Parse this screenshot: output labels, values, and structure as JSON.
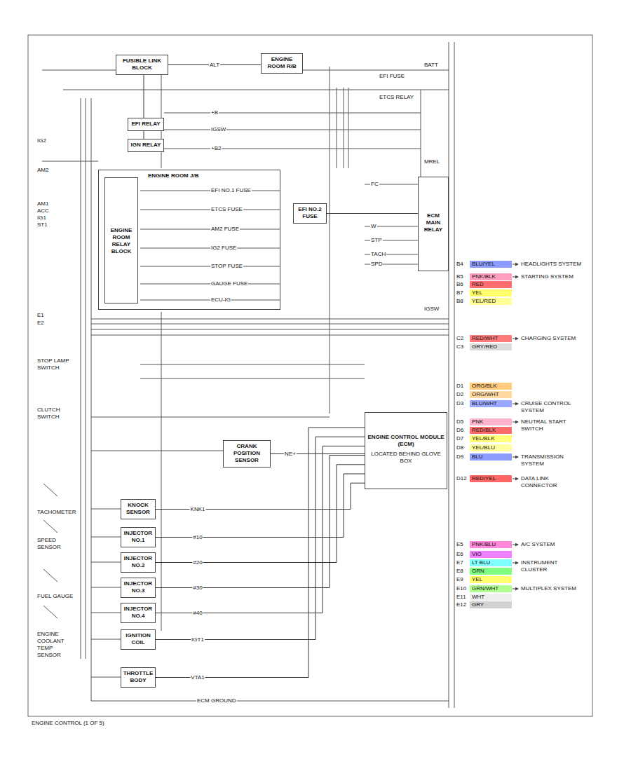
{
  "diagram": {
    "caption": "ENGINE CONTROL (1 OF 5)",
    "nodes": [
      {
        "text": [
          "FUSIBLE LINK BLOCK"
        ]
      },
      {
        "text": [
          "ENGINE ROOM R/B"
        ]
      },
      {
        "text": [
          "EFI RELAY"
        ]
      },
      {
        "text": [
          "IGN RELAY"
        ]
      },
      {
        "text": [
          "ENGINE ROOM J/B"
        ]
      },
      {
        "text": [
          "ENGINE ROOM RELAY BLOCK"
        ],
        "in": 4
      },
      {
        "text": [
          "EFI NO.2 FUSE"
        ]
      },
      {
        "text": [
          "ECM MAIN RELAY"
        ]
      },
      {
        "text": [
          "CRANK POSITION SENSOR"
        ]
      },
      {
        "text": [
          "ENGINE CONTROL MODULE (ECM)",
          "LOCATED BEHIND GLOVE BOX"
        ]
      },
      {
        "text": [
          "KNOCK SENSOR"
        ]
      },
      {
        "text": [
          "INJECTOR NO.1"
        ]
      },
      {
        "text": [
          "INJECTOR NO.2"
        ]
      },
      {
        "text": [
          "INJECTOR NO.3"
        ]
      },
      {
        "text": [
          "INJECTOR NO.4"
        ]
      },
      {
        "text": [
          "IGNITION COIL"
        ]
      },
      {
        "text": [
          "THROTTLE BODY"
        ]
      }
    ],
    "edges": [
      {
        "from": 0,
        "to": 1,
        "arrow": "none",
        "label": "ALT"
      },
      {
        "from": 0,
        "to": 2,
        "arrow": "none"
      },
      {
        "from": 2,
        "to": 3,
        "arrow": "none"
      },
      {
        "from": 6,
        "to": 7,
        "arrow": "none"
      },
      {
        "from": 8,
        "to": 9,
        "arrow": "none",
        "label": "NE+"
      },
      {
        "from": 10,
        "to": 9,
        "arrow": "none",
        "label": "KNK1"
      },
      {
        "from": 11,
        "to": 9,
        "arrow": "none",
        "label": "#10"
      },
      {
        "from": 12,
        "to": 9,
        "arrow": "none",
        "label": "#20"
      },
      {
        "from": 13,
        "to": 9,
        "arrow": "none",
        "label": "#30"
      },
      {
        "from": 14,
        "to": 9,
        "arrow": "none",
        "label": "#40"
      },
      {
        "from": 15,
        "to": 9,
        "arrow": "none",
        "label": "IGT1"
      },
      {
        "from": 16,
        "to": 9,
        "arrow": "none",
        "label": "VTA1"
      }
    ],
    "labels": [
      "IG2",
      "AM2",
      "AM1",
      "ACC",
      "IG1",
      "ST1",
      "E1",
      "E2",
      "STOP LAMP SWITCH",
      "CLUTCH SWITCH",
      "TACHOMETER",
      "SPEED SENSOR",
      "FUEL GAUGE",
      "ENGINE COOLANT TEMP SENSOR",
      "+B",
      "IGSW",
      "+B2",
      "EFI NO.1 FUSE",
      "ETCS FUSE",
      "AM2 FUSE",
      "IG2 FUSE",
      "STOP FUSE",
      "GAUGE FUSE",
      "ECU-IG",
      "EFI FUSE",
      "ETCS RELAY",
      "FC",
      "W",
      "STP",
      "TACH",
      "SPD",
      "BATT",
      "MREL",
      "IGSW",
      "ECM GROUND",
      "B4",
      "BLU/YEL",
      "HEADLIGHTS SYSTEM",
      "B5",
      "PNK/BLK",
      "STARTING SYSTEM",
      "B6",
      "RED",
      "B7",
      "YEL",
      "B8",
      "YEL/RED",
      "C2",
      "RED/WHT",
      "CHARGING SYSTEM",
      "C3",
      "GRY/RED",
      "D1",
      "ORG/BLK",
      "D2",
      "ORG/WHT",
      "D3",
      "BLU/WHT",
      "CRUISE CONTROL SYSTEM",
      "D5",
      "PNK",
      "NEUTRAL START SWITCH",
      "D6",
      "RED/BLK",
      "D7",
      "YEL/BLK",
      "D8",
      "YEL/BLU",
      "D9",
      "BLU",
      "TRANSMISSION SYSTEM",
      "D12",
      "RED/YEL",
      "DATA LINK CONNECTOR",
      "E5",
      "PNK/BLU",
      "A/C SYSTEM",
      "E6",
      "VIO",
      "E7",
      "LT BLU",
      "INSTRUMENT CLUSTER",
      "E8",
      "GRN",
      "E9",
      "YEL",
      "E10",
      "GRN/WHT",
      "MULTIPLEX SYSTEM",
      "E11",
      "WHT",
      "E12",
      "GRY"
    ]
  }
}
